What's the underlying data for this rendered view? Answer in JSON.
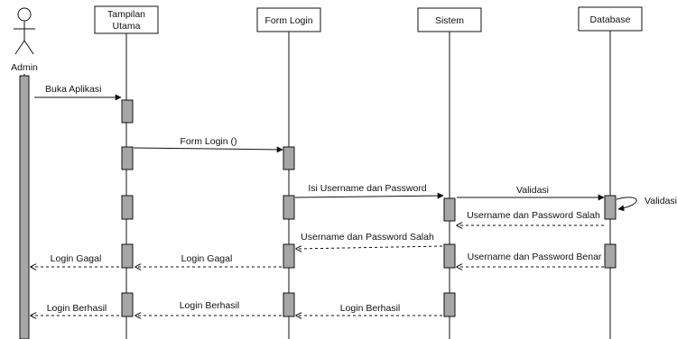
{
  "actor": {
    "label": "Admin"
  },
  "lifelines": [
    {
      "line1": "Tampilan",
      "line2": "Utama"
    },
    {
      "line1": "Form Login",
      "line2": ""
    },
    {
      "line1": "Sistem",
      "line2": ""
    },
    {
      "line1": "Database",
      "line2": ""
    }
  ],
  "messages": [
    {
      "label": "Buka Aplikasi",
      "style": "solid"
    },
    {
      "label": "Form Login ()",
      "style": "solid"
    },
    {
      "label": "Isi Username dan Password",
      "style": "solid"
    },
    {
      "label": "Validasi",
      "style": "solid"
    },
    {
      "label": "Validasi",
      "style": "self"
    },
    {
      "label": "Username dan Password Salah",
      "style": "dashed"
    },
    {
      "label": "Username dan Password Salah",
      "style": "dashed"
    },
    {
      "label": "Username dan Password Benar",
      "style": "dashed"
    },
    {
      "label": "Login Gagal",
      "style": "dashed"
    },
    {
      "label": "Login Gagal",
      "style": "dashed"
    },
    {
      "label": "Login Berhasil",
      "style": "dashed"
    },
    {
      "label": "Login Berhasil",
      "style": "dashed"
    },
    {
      "label": "Login Berhasil",
      "style": "dashed"
    }
  ],
  "colors": {
    "activation_fill": "#a6a6a6",
    "line": "#111111"
  }
}
